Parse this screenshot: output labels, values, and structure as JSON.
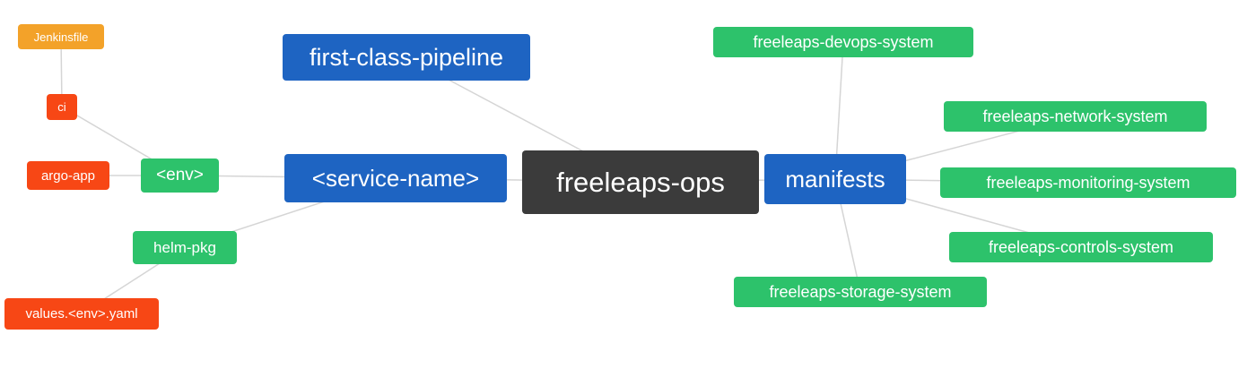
{
  "diagram": {
    "type": "mindmap",
    "root": "freeleaps-ops",
    "colors": {
      "blue": "#1e64c2",
      "green": "#2dc26b",
      "red": "#f74715",
      "orange": "#f3a229",
      "dark": "#3b3b3b",
      "edge": "#d5d5d5"
    },
    "nodes": {
      "jenkinsfile": {
        "label": "Jenkinsfile",
        "color": "orange"
      },
      "ci": {
        "label": "ci",
        "color": "red"
      },
      "argo_app": {
        "label": "argo-app",
        "color": "red"
      },
      "env": {
        "label": "<env>",
        "color": "green"
      },
      "first_class_pipeline": {
        "label": "first-class-pipeline",
        "color": "blue"
      },
      "service_name": {
        "label": "<service-name>",
        "color": "blue"
      },
      "freeleaps_ops": {
        "label": "freeleaps-ops",
        "color": "dark"
      },
      "manifests": {
        "label": "manifests",
        "color": "blue"
      },
      "helm_pkg": {
        "label": "helm-pkg",
        "color": "green"
      },
      "values_env_yaml": {
        "label": "values.<env>.yaml",
        "color": "red"
      },
      "devops_system": {
        "label": "freeleaps-devops-system",
        "color": "green"
      },
      "network_system": {
        "label": "freeleaps-network-system",
        "color": "green"
      },
      "monitoring_system": {
        "label": "freeleaps-monitoring-system",
        "color": "green"
      },
      "controls_system": {
        "label": "freeleaps-controls-system",
        "color": "green"
      },
      "storage_system": {
        "label": "freeleaps-storage-system",
        "color": "green"
      }
    },
    "edges": [
      [
        "jenkinsfile",
        "ci"
      ],
      [
        "ci",
        "env"
      ],
      [
        "argo_app",
        "env"
      ],
      [
        "env",
        "service_name"
      ],
      [
        "helm_pkg",
        "service_name"
      ],
      [
        "values_env_yaml",
        "helm_pkg"
      ],
      [
        "service_name",
        "freeleaps_ops"
      ],
      [
        "first_class_pipeline",
        "freeleaps_ops"
      ],
      [
        "freeleaps_ops",
        "manifests"
      ],
      [
        "manifests",
        "devops_system"
      ],
      [
        "manifests",
        "network_system"
      ],
      [
        "manifests",
        "monitoring_system"
      ],
      [
        "manifests",
        "controls_system"
      ],
      [
        "manifests",
        "storage_system"
      ]
    ]
  }
}
